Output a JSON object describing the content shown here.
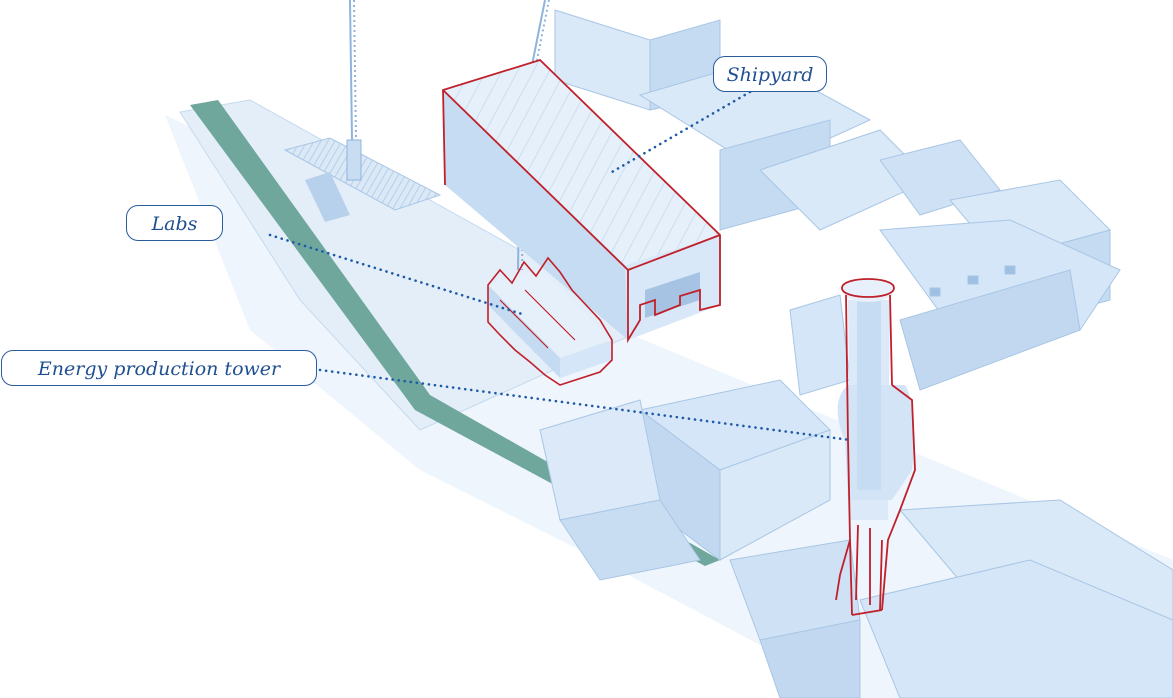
{
  "labels": {
    "shipyard": "Shipyard",
    "labs": "Labs",
    "energy_tower": "Energy production tower"
  },
  "colors": {
    "background": "#ffffff",
    "building_fill": "#d9e9f8",
    "building_shade": "#b9d4ef",
    "building_edge": "#7fa8d4",
    "highlight_outline": "#c0202a",
    "canal": "#6fa79c",
    "leader_line": "#1e5aa8",
    "label_border": "#2a5b9c",
    "label_text": "#1f4f8f"
  }
}
